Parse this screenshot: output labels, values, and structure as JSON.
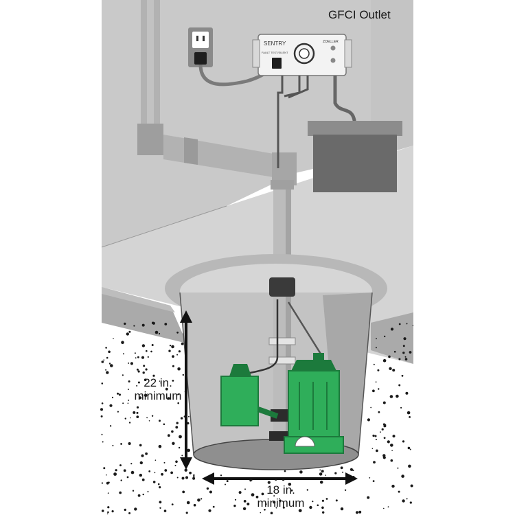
{
  "labels": {
    "gfci_outlet": "GFCI Outlet",
    "depth": {
      "value": "22 in.",
      "qualifier": "minimum"
    },
    "width": {
      "value": "18 in.",
      "qualifier": "minimum"
    }
  },
  "alarm_box": {
    "brand": "SENTRY",
    "maker": "ZOELLER",
    "panel_text": "FAULT TEST/SILENT"
  },
  "colors": {
    "wall": "#c9c9c9",
    "floor": "#d4d4d4",
    "pipe": "#b2b2b2",
    "pump_green": "#2fae5a",
    "pump_dark": "#1c7a3c",
    "battery": "#6a6a6a",
    "soil_dots": "#1a1a1a"
  }
}
